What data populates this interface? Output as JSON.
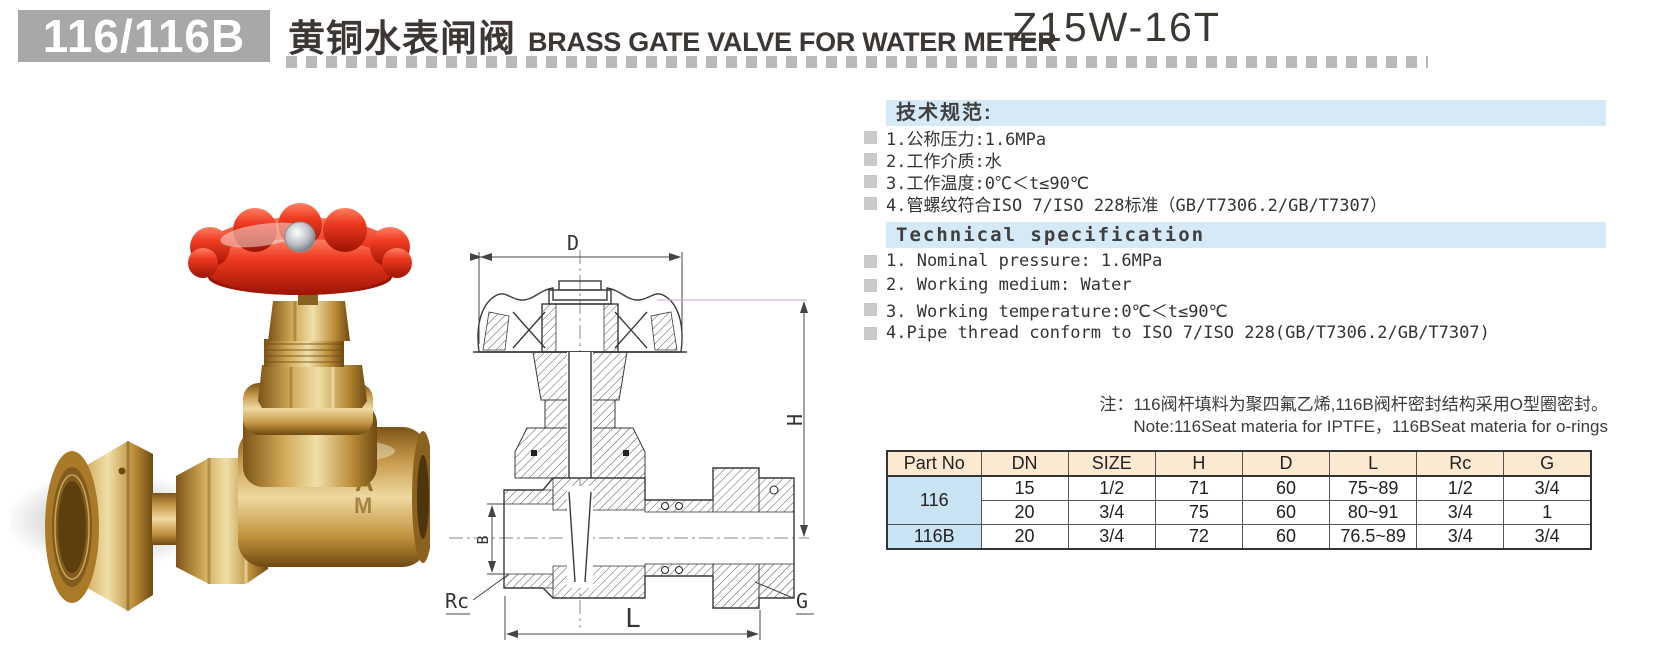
{
  "header": {
    "part_code": "116/116B",
    "title_cn": "黄铜水表闸阀",
    "title_en": "BRASS GATE VALVE FOR WATER METER",
    "model": "Z15W-16T"
  },
  "specs_cn": {
    "heading": "技术规范:",
    "items": [
      "1.公称压力:1.6MPa",
      "2.工作介质:水",
      "3.工作温度:0℃＜t≤90℃",
      "4.管螺纹符合ISO 7/ISO 228标准（GB/T7306.2/GB/T7307）"
    ]
  },
  "specs_en": {
    "heading": "Technical specification",
    "items": [
      "1. Nominal pressure: 1.6MPa",
      "2. Working medium: Water",
      "3. Working temperature:0℃＜t≤90℃",
      "4.Pipe thread conform to ISO 7/ISO 228(GB/T7306.2/GB/T7307)"
    ]
  },
  "note": {
    "line_cn": "注：116阀杆填料为聚四氟乙烯,116B阀杆密封结构采用O型圈密封。",
    "line_en": "Note:116Seat materia for IPTFE，116BSeat materia for o-rings"
  },
  "table": {
    "columns": [
      "Part No",
      "DN",
      "SIZE",
      "H",
      "D",
      "L",
      "Rc",
      "G"
    ],
    "rows": [
      {
        "part": "116",
        "cells": [
          "15",
          "1/2",
          "71",
          "60",
          "75~89",
          "1/2",
          "3/4"
        ]
      },
      {
        "part": "",
        "cells": [
          "20",
          "3/4",
          "75",
          "60",
          "80~91",
          "3/4",
          "1"
        ]
      },
      {
        "part": "116B",
        "cells": [
          "20",
          "3/4",
          "72",
          "60",
          "76.5~89",
          "3/4",
          "3/4"
        ]
      }
    ]
  },
  "drawing": {
    "labels": {
      "d": "D",
      "h": "H",
      "b": "B",
      "l": "L",
      "rc": "Rc",
      "g": "G"
    }
  },
  "colors": {
    "accent_bar_blue": "#d5eaf6",
    "table_header_bg": "#fbe9d2",
    "table_part_bg": "#c8e4f4",
    "code_box_bg": "#a8a8a8",
    "handwheel_red": "#e8321e",
    "brass": "#c99c4e"
  }
}
